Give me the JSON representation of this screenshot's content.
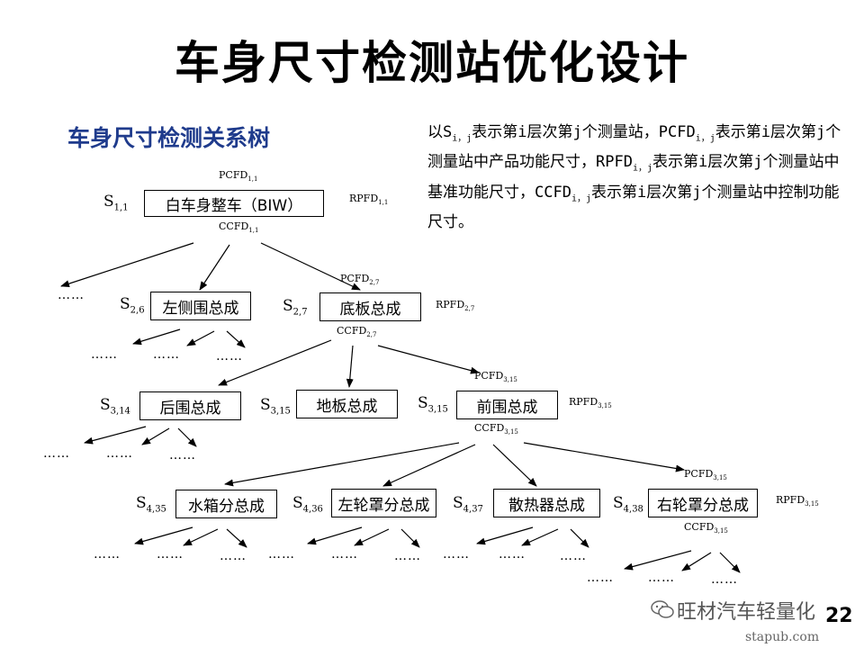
{
  "title": "车身尺寸检测站优化设计",
  "subtitle": "车身尺寸检测关系树",
  "description": {
    "p1": "以S",
    "s1": "i，j",
    "p2": "表示第i层次第j个测量站，PCFD",
    "s2": "i，j",
    "p3": "表示第i层次第j个测量站中产品功能尺寸，RPFD",
    "s3": "i，j",
    "p4": "表示第i层次第j个测量站中基准功能尺寸，CCFD",
    "s4": "i，j",
    "p5": "表示第i层次第j个测量站中控制功能尺寸。"
  },
  "ellipsis": "……",
  "stations": [
    {
      "id": "s11",
      "label": "白车身整车（BIW）",
      "s_main": "S",
      "s_sub": "1,1",
      "pcfd": {
        "main": "PCFD",
        "sub": "1,1"
      },
      "rpfd": {
        "main": "RPFD",
        "sub": "1,1"
      },
      "ccfd": {
        "main": "CCFD",
        "sub": "1,1"
      }
    },
    {
      "id": "s26",
      "label": "左侧围总成",
      "s_main": "S",
      "s_sub": "2,6"
    },
    {
      "id": "s27",
      "label": "底板总成",
      "s_main": "S",
      "s_sub": "2,7",
      "pcfd": {
        "main": "PCFD",
        "sub": "2,7"
      },
      "rpfd": {
        "main": "RPFD",
        "sub": "2,7"
      },
      "ccfd": {
        "main": "CCFD",
        "sub": "2,7"
      }
    },
    {
      "id": "s314",
      "label": "后围总成",
      "s_main": "S",
      "s_sub": "3,14"
    },
    {
      "id": "s315a",
      "label": "地板总成",
      "s_main": "S",
      "s_sub": "3,15"
    },
    {
      "id": "s315b",
      "label": "前围总成",
      "s_main": "S",
      "s_sub": "3,15",
      "pcfd": {
        "main": "PCFD",
        "sub": "3,15"
      },
      "rpfd": {
        "main": "RPFD",
        "sub": "3,15"
      },
      "ccfd": {
        "main": "CCFD",
        "sub": "3,15"
      }
    },
    {
      "id": "s435",
      "label": "水箱分总成",
      "s_main": "S",
      "s_sub": "4,35"
    },
    {
      "id": "s436",
      "label": "左轮罩分总成",
      "s_main": "S",
      "s_sub": "4,36"
    },
    {
      "id": "s437",
      "label": "散热器总成",
      "s_main": "S",
      "s_sub": "4,37"
    },
    {
      "id": "s438",
      "label": "右轮罩分总成",
      "s_main": "S",
      "s_sub": "4,38",
      "pcfd": {
        "main": "PCFD",
        "sub": "3,15"
      },
      "rpfd": {
        "main": "RPFD",
        "sub": "3,15"
      },
      "ccfd": {
        "main": "CCFD",
        "sub": "3,15"
      }
    }
  ],
  "page_number": "22",
  "watermark": "旺材汽车轻量化",
  "site": "stapub.com"
}
